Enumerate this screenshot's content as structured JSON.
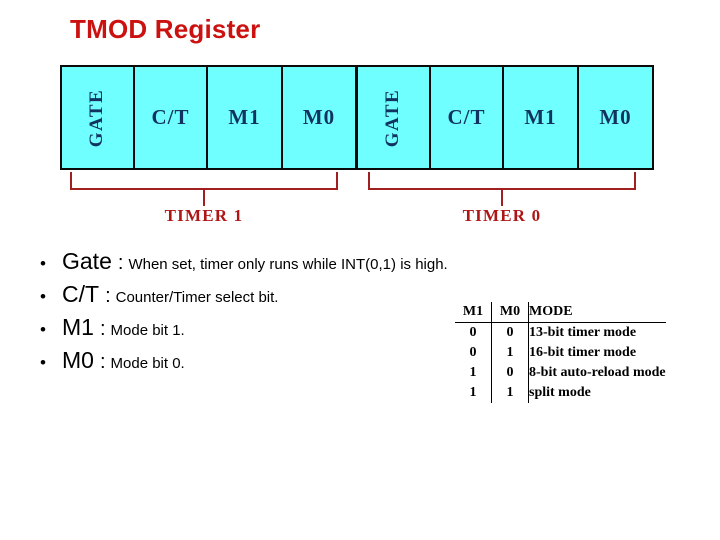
{
  "title": "TMOD Register",
  "colors": {
    "title": "#cc1111",
    "cell_fill": "#6FFFFF",
    "cell_label": "#12335f",
    "bracket": "#a02020",
    "bracket_label": "#b01515",
    "border": "#0a0a0a"
  },
  "register": {
    "cells": [
      {
        "label": "GATE",
        "orientation": "vertical"
      },
      {
        "label": "C/T",
        "orientation": "horizontal"
      },
      {
        "label": "M1",
        "orientation": "horizontal"
      },
      {
        "label": "M0",
        "orientation": "horizontal"
      },
      {
        "label": "GATE",
        "orientation": "vertical"
      },
      {
        "label": "C/T",
        "orientation": "horizontal"
      },
      {
        "label": "M1",
        "orientation": "horizontal"
      },
      {
        "label": "M0",
        "orientation": "horizontal"
      }
    ],
    "brackets": [
      {
        "label": "TIMER 1"
      },
      {
        "label": "TIMER 0"
      }
    ]
  },
  "bullets": [
    {
      "term": "Gate",
      "colon": ":",
      "desc": "When set, timer  only runs while INT(0,1) is  high."
    },
    {
      "term": "C/T",
      "colon": ":",
      "desc": "Counter/Timer select bit."
    },
    {
      "term": "M1",
      "colon": ":",
      "desc": "Mode bit 1."
    },
    {
      "term": "M0",
      "colon": ":",
      "desc": "Mode bit 0."
    }
  ],
  "mode_table": {
    "headers": [
      "M1",
      "M0",
      "MODE"
    ],
    "rows": [
      {
        "m1": "0",
        "m0": "0",
        "mode": "13-bit timer mode"
      },
      {
        "m1": "0",
        "m0": "1",
        "mode": "16-bit timer mode"
      },
      {
        "m1": "1",
        "m0": "0",
        "mode": "8-bit auto-reload mode"
      },
      {
        "m1": "1",
        "m0": "1",
        "mode": "split mode"
      }
    ]
  }
}
